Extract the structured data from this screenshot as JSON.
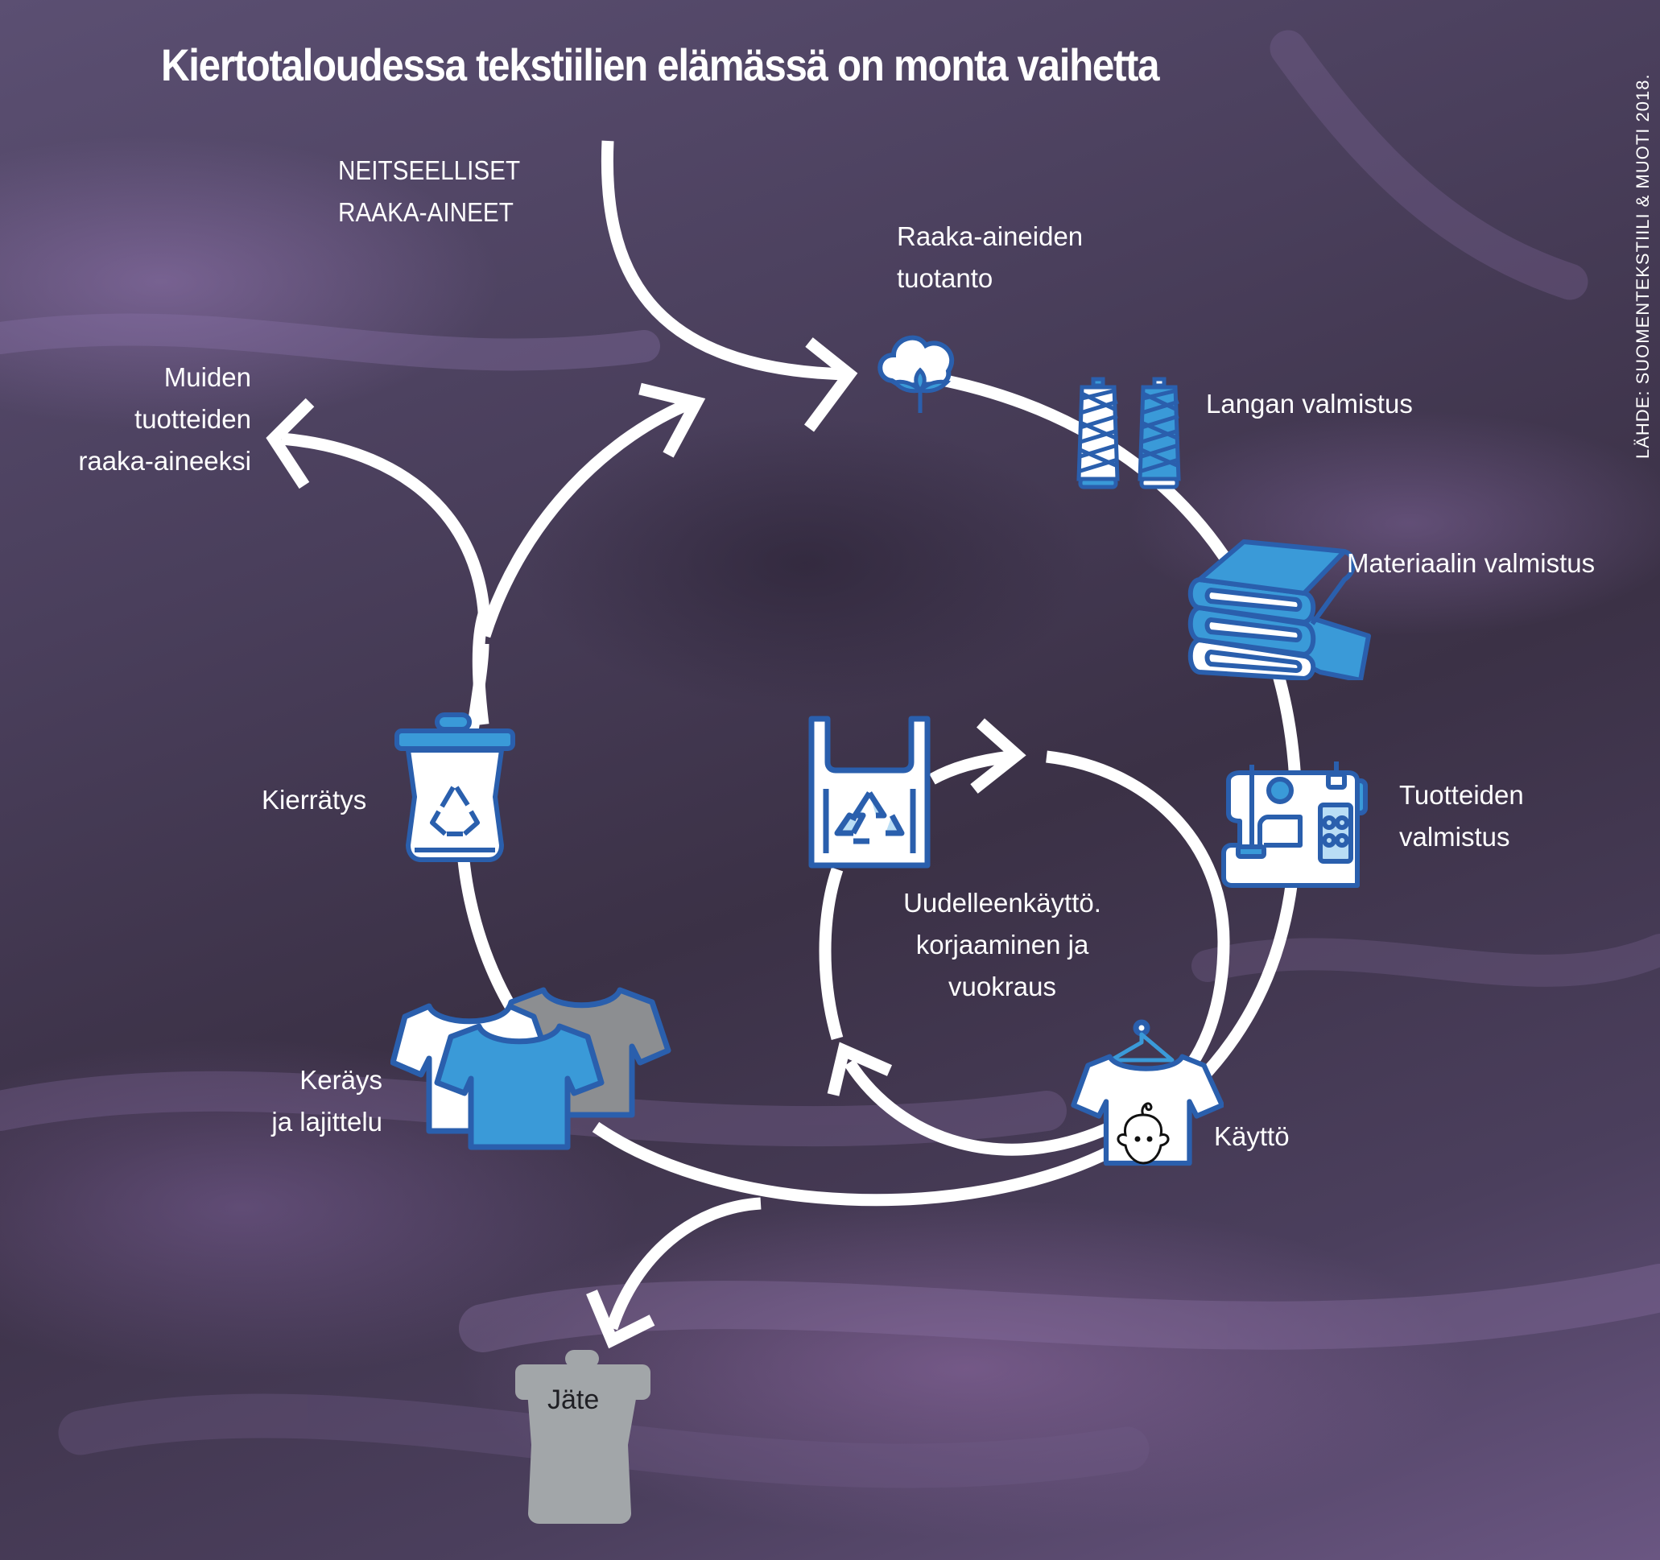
{
  "title": "Kiertotaloudessa tekstiilien elämässä on monta vaihetta",
  "source": "LÄHDE: SUOMENTEKSTIILI & MUOTI 2018.",
  "colors": {
    "arrow": "#ffffff",
    "icon_outline": "#2a5fad",
    "icon_blue": "#3a9ad8",
    "icon_light_blue": "#b9ddf5",
    "icon_gray": "#8c8e91",
    "waste_gray": "#a2a6a9",
    "label_text": "#ffffff"
  },
  "labels": {
    "virgin_raw_materials": [
      "NEITSEELLISET",
      "RAAKA-AINEET"
    ],
    "raw_material_production": [
      "Raaka-aineiden",
      "tuotanto"
    ],
    "yarn_manufacturing": "Langan valmistus",
    "material_manufacturing": "Materiaalin valmistus",
    "product_manufacturing": [
      "Tuotteiden",
      "valmistus"
    ],
    "use": "Käyttö",
    "reuse": [
      "Uudelleenkäyttö.",
      "korjaaminen ja",
      "vuokraus"
    ],
    "collection_sorting": [
      "Keräys",
      "ja lajittelu"
    ],
    "recycling": "Kierrätys",
    "other_products_raw_material": [
      "Muiden",
      "tuotteiden",
      "raaka-aineeksi"
    ],
    "waste": "Jäte"
  },
  "icons": {
    "raw_material_production": "cotton-boll-icon",
    "yarn_manufacturing": "thread-spools-icon",
    "material_manufacturing": "fabric-stack-icon",
    "product_manufacturing": "sewing-machine-icon",
    "use": "tshirt-hanger-icon",
    "reuse": "recycle-bag-icon",
    "collection_sorting": "tshirts-icon",
    "recycling": "recycle-bin-icon",
    "waste": "trash-bin-icon"
  }
}
